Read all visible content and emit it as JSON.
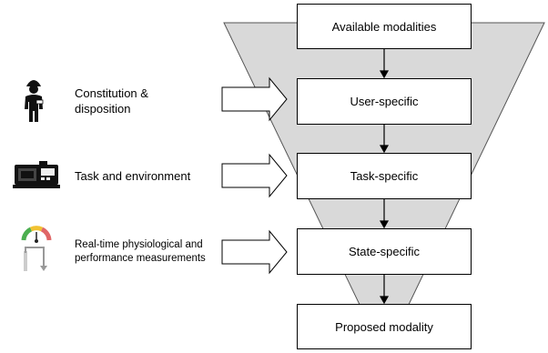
{
  "funnel": {
    "stages": [
      {
        "label": "Available modalities"
      },
      {
        "label": "User-specific"
      },
      {
        "label": "Task-specific"
      },
      {
        "label": "State-specific"
      },
      {
        "label": "Proposed modality"
      }
    ],
    "fill_color": "#d9d9d9"
  },
  "factors": [
    {
      "label": "Constitution & disposition",
      "icon": "worker-icon"
    },
    {
      "label": "Task and environment",
      "icon": "machine-icon"
    },
    {
      "label": "Real-time physiological and performance measurements",
      "icon": "gauge-icon"
    }
  ]
}
